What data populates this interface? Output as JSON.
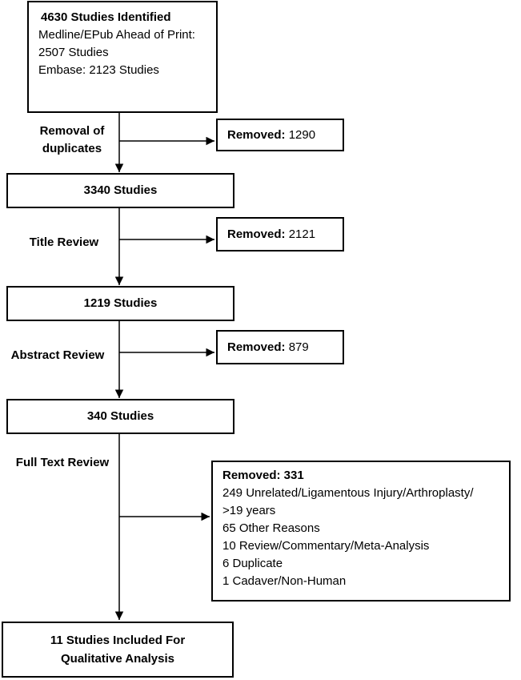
{
  "identified": {
    "title": "4630 Studies Identified",
    "lines": [
      "Medline/EPub Ahead of Print:",
      "2507 Studies",
      "Embase: 2123 Studies"
    ]
  },
  "step1": {
    "label_line1": "Removal of",
    "label_line2": "duplicates",
    "removed_label": "Removed:",
    "removed_value": " 1290",
    "result": "3340 Studies"
  },
  "step2": {
    "label": "Title Review",
    "removed_label": "Removed:",
    "removed_value": " 2121",
    "result": "1219 Studies"
  },
  "step3": {
    "label": "Abstract Review",
    "removed_label": "Removed:",
    "removed_value": " 879",
    "result": "340 Studies"
  },
  "step4": {
    "label": "Full Text Review",
    "removed_title": "Removed: 331",
    "reasons": [
      "249 Unrelated/Ligamentous Injury/Arthroplasty/",
      ">19 years",
      "65 Other Reasons",
      "10 Review/Commentary/Meta-Analysis",
      "6 Duplicate",
      "1 Cadaver/Non-Human"
    ]
  },
  "final": {
    "line1": "11 Studies Included For",
    "line2": "Qualitative Analysis"
  }
}
